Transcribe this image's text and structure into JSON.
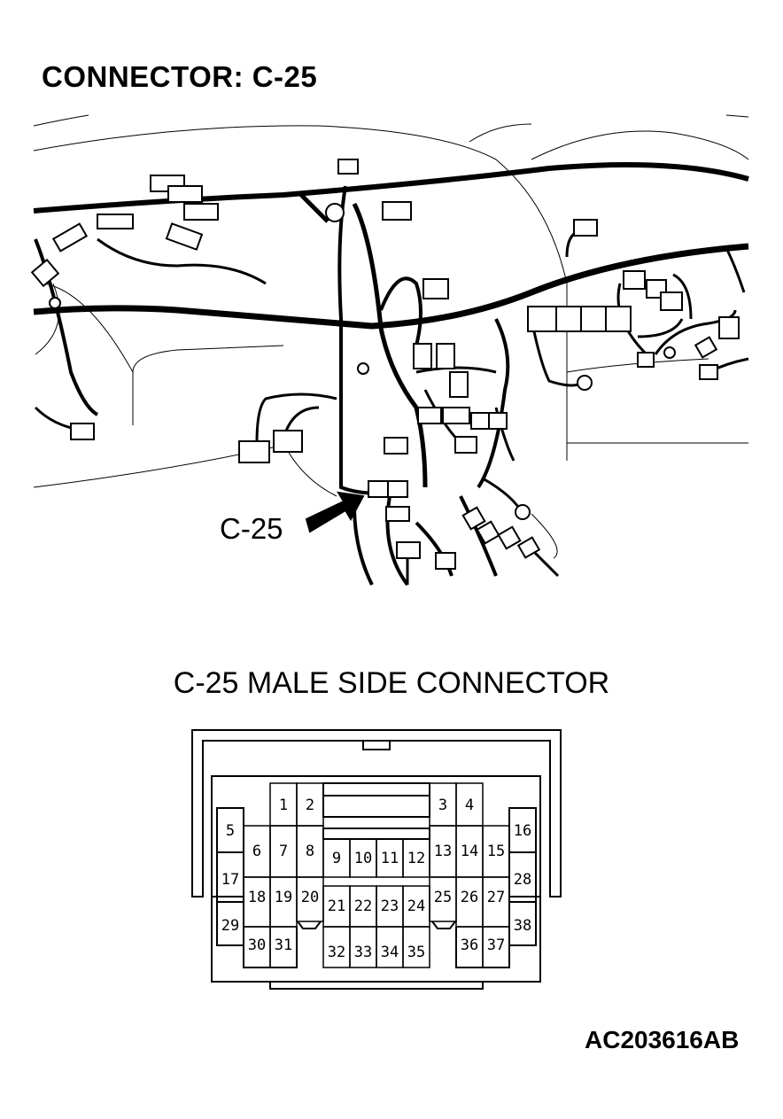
{
  "header": {
    "title": "CONNECTOR: C-25"
  },
  "harness": {
    "callout_label": "C-25"
  },
  "connector": {
    "title": "C-25 MALE SIDE CONNECTOR",
    "pins": [
      "1",
      "2",
      "3",
      "4",
      "5",
      "6",
      "7",
      "8",
      "9",
      "10",
      "11",
      "12",
      "13",
      "14",
      "15",
      "16",
      "17",
      "18",
      "19",
      "20",
      "21",
      "22",
      "23",
      "24",
      "25",
      "26",
      "27",
      "28",
      "29",
      "30",
      "31",
      "32",
      "33",
      "34",
      "35",
      "36",
      "37",
      "38"
    ]
  },
  "footer": {
    "ref_code": "AC203616AB"
  }
}
